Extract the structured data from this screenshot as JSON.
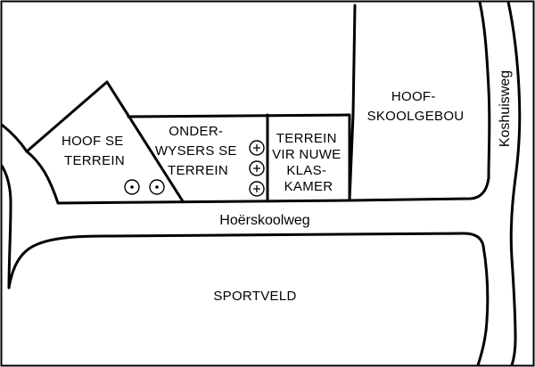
{
  "map": {
    "areas": {
      "principal_grounds": [
        "HOOF SE",
        "TERREIN"
      ],
      "teachers_grounds": [
        "ONDER-",
        "WYSERS SE",
        "TERREIN"
      ],
      "new_classroom_site": [
        "TERREIN",
        "VIR NUWE",
        "KLAS-",
        "KAMER"
      ],
      "main_building": [
        "HOOF-",
        "SKOOLGEBOU"
      ],
      "sports_field": "SPORTVELD"
    },
    "roads": {
      "main": "Hoërskoolweg",
      "side": "Koshuisweg"
    },
    "symbols": {
      "principal_house_icon": "dot-in-circle",
      "teacher_house_icon": "plus-in-circle",
      "principal_house_count": 2,
      "teacher_house_count": 3
    },
    "colors": {
      "ink": "#000000",
      "background": "#ffffff"
    }
  }
}
